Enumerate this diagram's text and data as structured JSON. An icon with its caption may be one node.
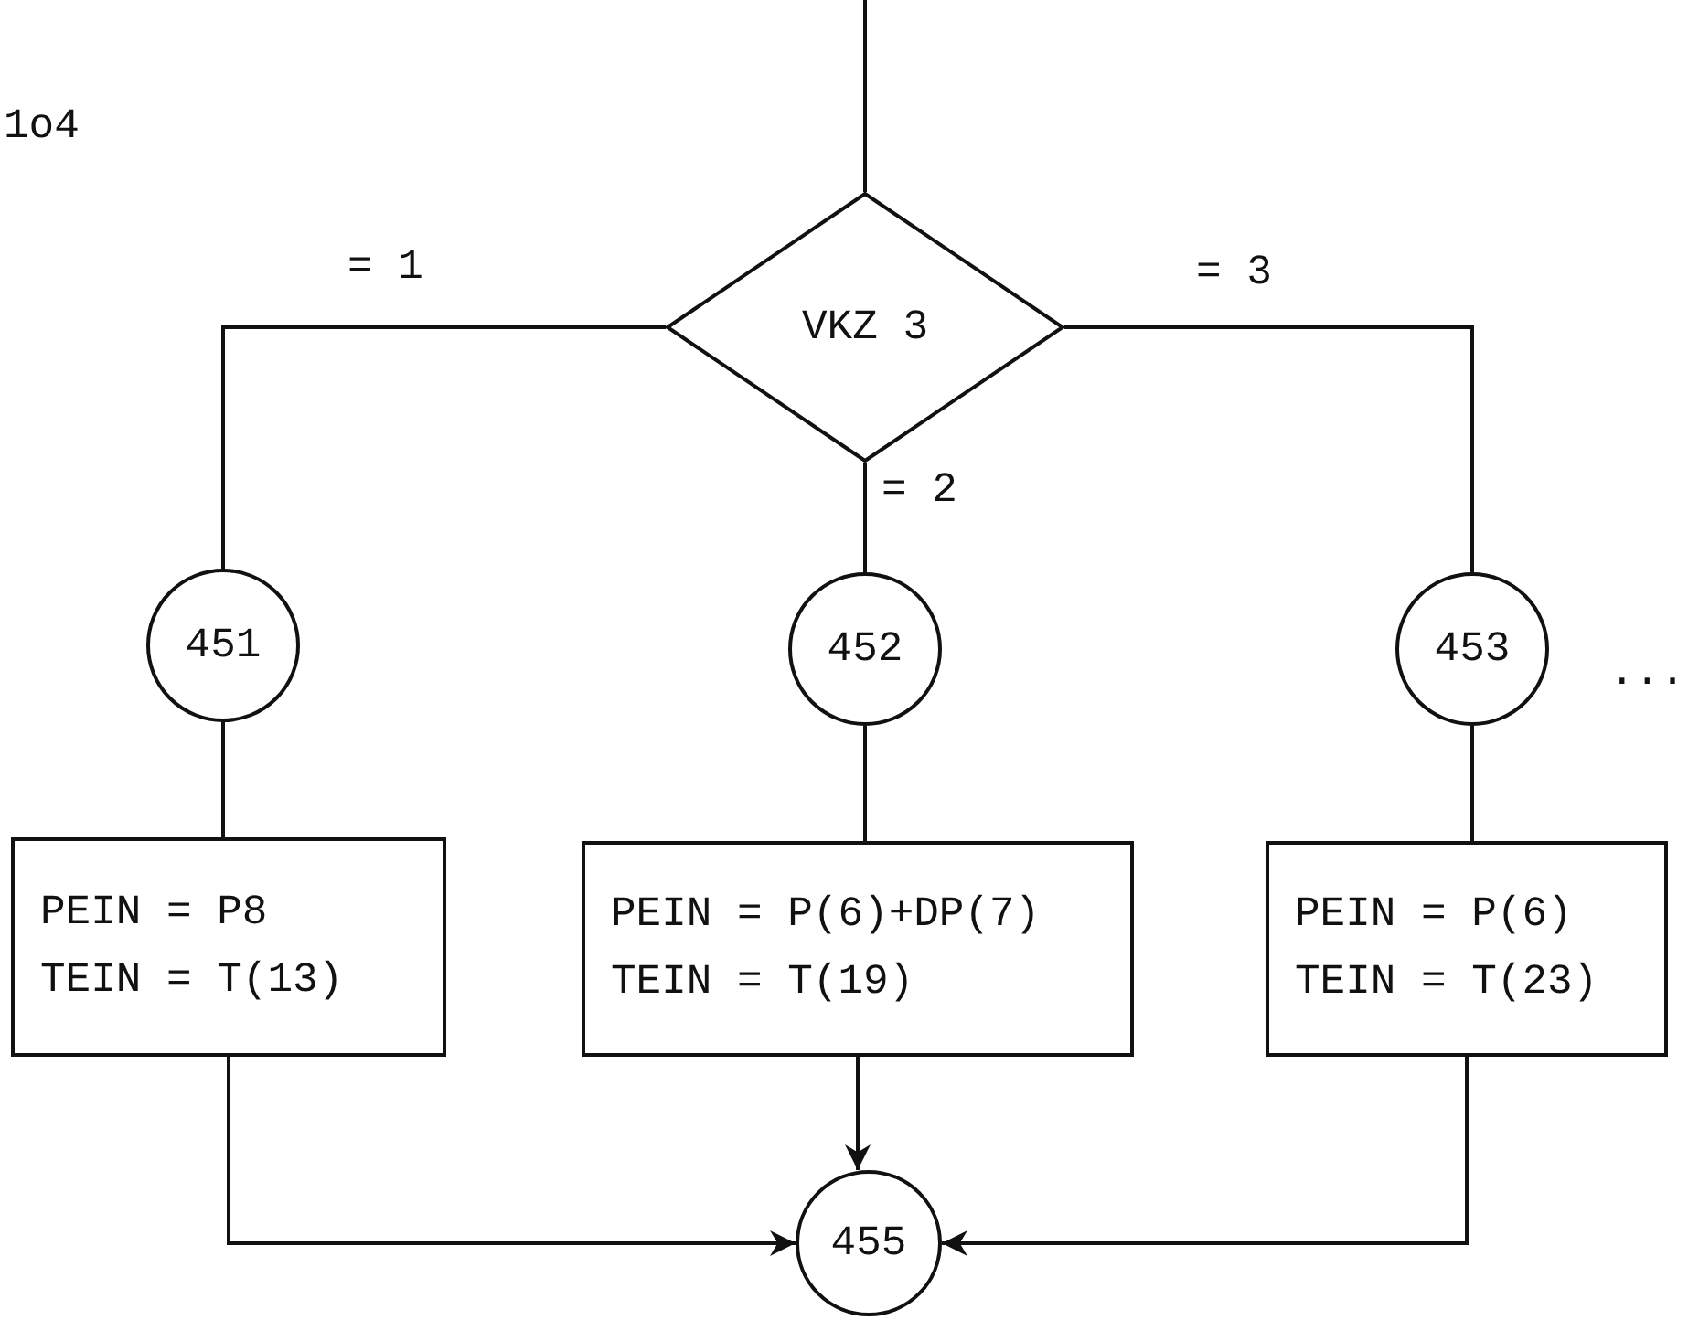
{
  "diagram": {
    "nodes": [
      {
        "text": [
          "VKZ 3"
        ]
      },
      {
        "text": [
          "451"
        ]
      },
      {
        "text": [
          "452"
        ]
      },
      {
        "text": [
          "453"
        ]
      },
      {
        "text": [
          "PEIN = P8",
          "TEIN = T(13)"
        ]
      },
      {
        "text": [
          "PEIN = P(6)+DP(7)",
          "TEIN = T(19)"
        ]
      },
      {
        "text": [
          "PEIN = P(6)",
          "TEIN = T(23)"
        ]
      },
      {
        "text": [
          "455"
        ]
      }
    ],
    "edges": [
      {
        "from": null,
        "to": 0,
        "arrow": "none"
      },
      {
        "from": 0,
        "to": 1,
        "arrow": "none",
        "label": "= 1"
      },
      {
        "from": 0,
        "to": 2,
        "arrow": "none",
        "label": "= 2"
      },
      {
        "from": 0,
        "to": 3,
        "arrow": "none",
        "label": "= 3"
      },
      {
        "from": 1,
        "to": 4,
        "arrow": "none"
      },
      {
        "from": 2,
        "to": 5,
        "arrow": "none"
      },
      {
        "from": 3,
        "to": 6,
        "arrow": "none"
      },
      {
        "from": 4,
        "to": 7,
        "arrow": "to"
      },
      {
        "from": 5,
        "to": 7,
        "arrow": "to"
      },
      {
        "from": 6,
        "to": 7,
        "arrow": "to"
      }
    ],
    "labels": [
      "1o4",
      "..."
    ]
  }
}
